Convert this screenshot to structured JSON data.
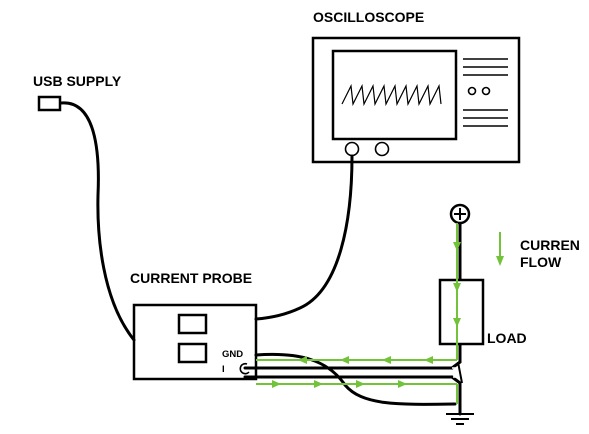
{
  "labels": {
    "oscilloscope": "OSCILLOSCOPE",
    "usb_supply": "USB SUPPLY",
    "current_probe": "CURRENT PROBE",
    "current_flow_line1": "CURREN",
    "current_flow_line2": "FLOW",
    "load": "LOAD",
    "gnd": "GND",
    "probe_i": "I"
  },
  "colors": {
    "wire": "#000000",
    "current_flow": "#72c23a",
    "background": "#ffffff"
  },
  "icons": {
    "positive_terminal": "plus-circle-icon",
    "ground": "ground-symbol-icon",
    "waveform": "sawtooth-wave-icon"
  }
}
